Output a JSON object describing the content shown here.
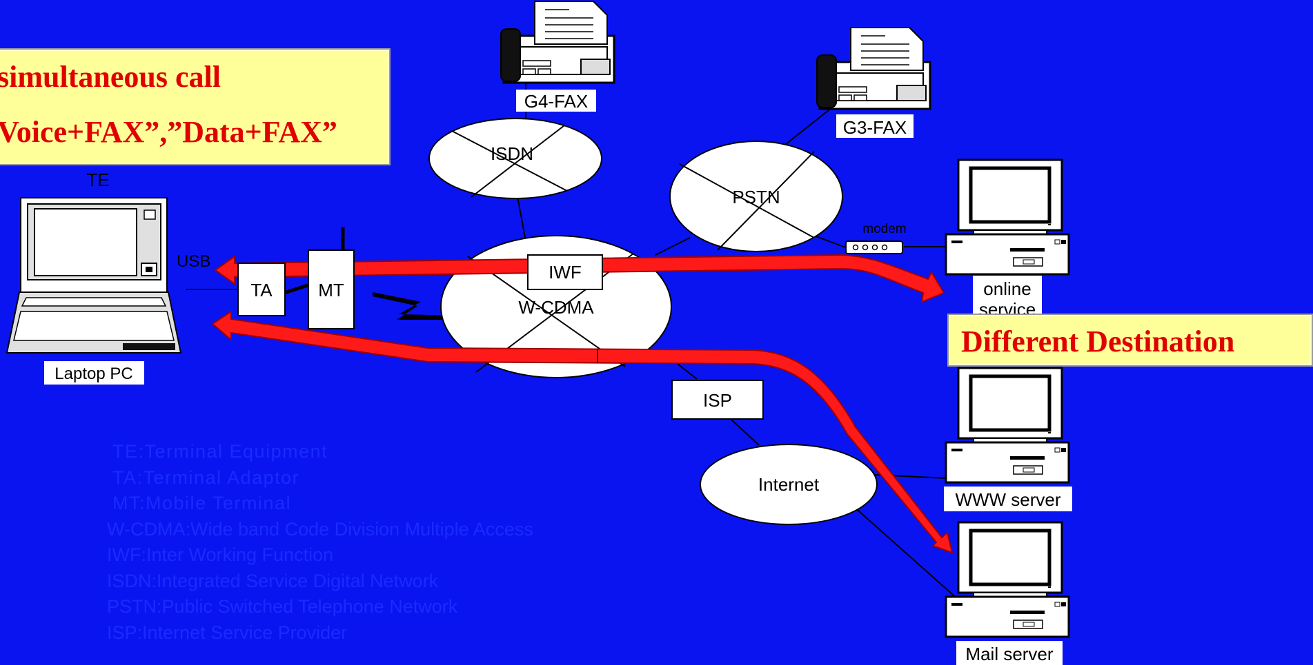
{
  "callouts": {
    "simultaneous_line1": "simultaneous call",
    "simultaneous_line2": "Voice+FAX”,”Data+FAX”",
    "destination": "Different Destination"
  },
  "devices": {
    "te": "TE",
    "laptop": "Laptop PC",
    "usb": "USB",
    "ta": "TA",
    "mt": "MT",
    "g4fax": "G4-FAX",
    "g3fax": "G3-FAX",
    "modem": "modem",
    "online_line1": "online",
    "online_line2": "service",
    "www": "WWW server",
    "mail": "Mail server"
  },
  "networks": {
    "isdn": "ISDN",
    "pstn": "PSTN",
    "wcdma": "W-CDMA",
    "iwf": "IWF",
    "isp": "ISP",
    "internet": "Internet"
  },
  "glossary": [
    "TE:Terminal Equipment",
    "TA:Terminal Adaptor",
    "MT:Mobile Terminal",
    "W-CDMA:Wide band Code Division Multiple Access",
    "IWF:Inter Working Function",
    "ISDN:Integrated Service Digital Network",
    "PSTN:Public Switched Telephone Network",
    "ISP:Internet Service Provider"
  ],
  "colors": {
    "background": "#0a14f0",
    "arrow": "#ff1a1a",
    "callout_fill": "#ffff99",
    "callout_text": "#e00000",
    "glossary_text": "#1a2bff"
  }
}
